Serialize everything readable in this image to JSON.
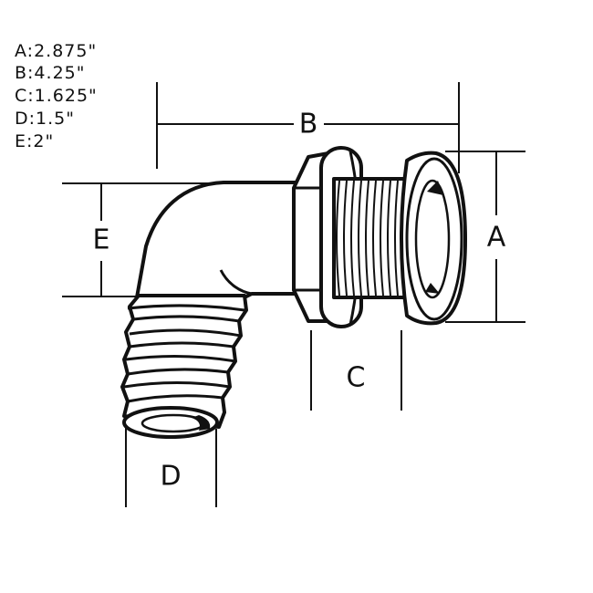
{
  "specs": [
    {
      "key": "A",
      "text": "A:2.875\""
    },
    {
      "key": "B",
      "text": "B:4.25\""
    },
    {
      "key": "C",
      "text": "C:1.625\""
    },
    {
      "key": "D",
      "text": "D:1.5\""
    },
    {
      "key": "E",
      "text": "E:2\""
    }
  ],
  "dimensions": {
    "A": "A",
    "B": "B",
    "C": "C",
    "D": "D",
    "E": "E"
  },
  "colors": {
    "line": "#111111",
    "background": "#ffffff"
  }
}
